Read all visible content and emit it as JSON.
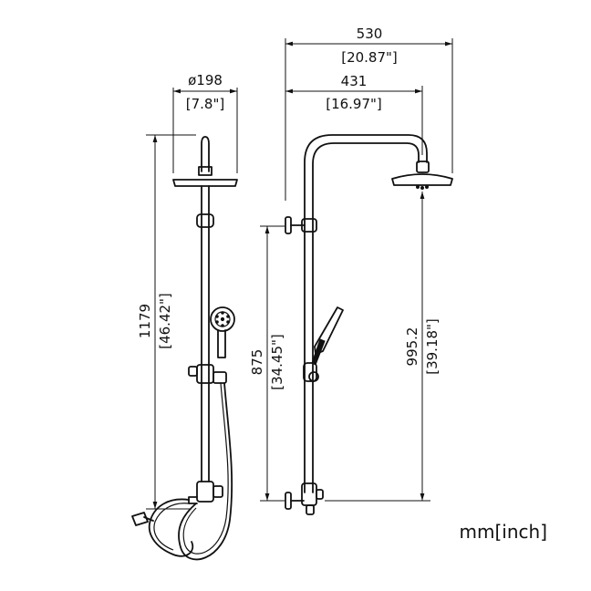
{
  "drawing": {
    "unit_label": "mm[inch]",
    "dimensions": {
      "overall_width": {
        "mm": "530",
        "inch": "[20.87\"]"
      },
      "arm_reach": {
        "mm": "431",
        "inch": "[16.97\"]"
      },
      "head_diameter": {
        "mm": "ø198",
        "inch": "[7.8\"]"
      },
      "total_height": {
        "mm": "1179",
        "inch": "[46.42\"]"
      },
      "valve_to_upper_spout": {
        "mm": "875",
        "inch": "[34.45\"]"
      },
      "valve_to_head": {
        "mm": "995.2",
        "inch": "[39.18\"]"
      }
    }
  }
}
